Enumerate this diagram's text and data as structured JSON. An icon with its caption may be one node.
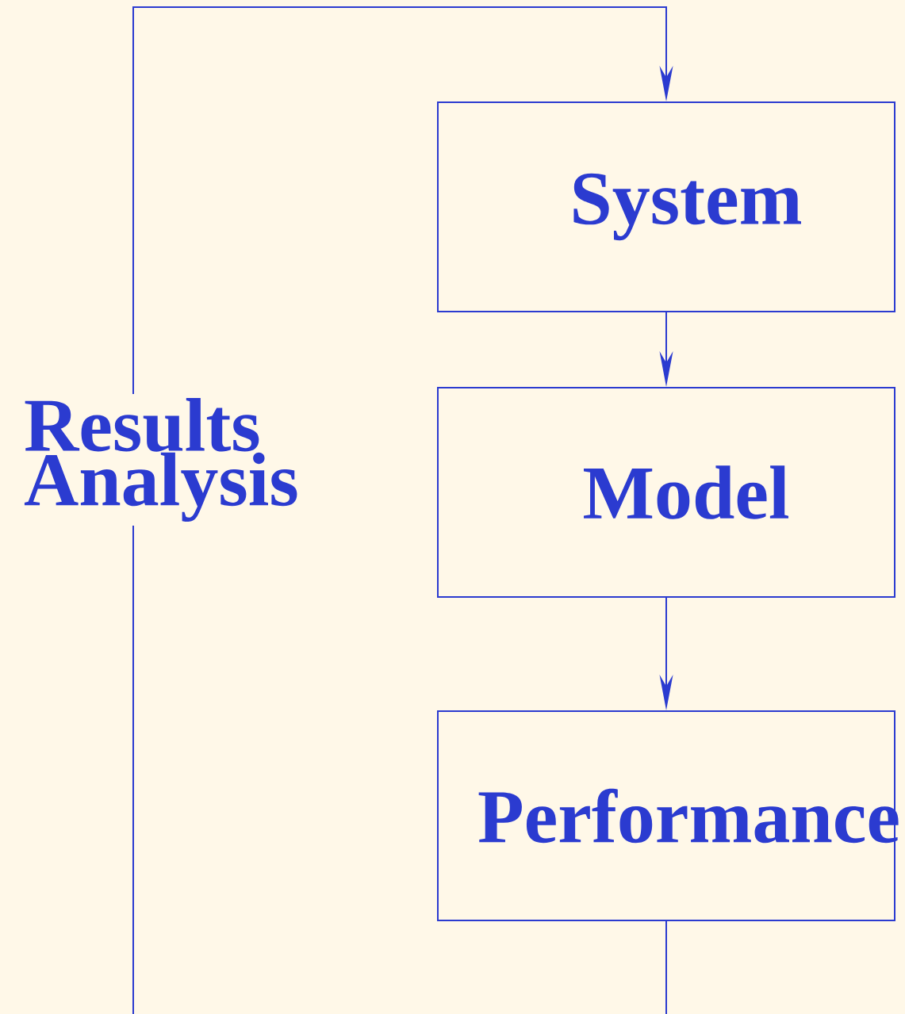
{
  "diagram": {
    "nodes": [
      {
        "text": [
          "System"
        ]
      },
      {
        "text": [
          "Model"
        ]
      },
      {
        "text": [
          "Performance"
        ]
      },
      {
        "text": [
          "Results Analysis"
        ]
      }
    ],
    "edges": [
      {
        "from": 0,
        "to": 1,
        "arrow": "to"
      },
      {
        "from": 1,
        "to": 2,
        "arrow": "to"
      },
      {
        "from": 2,
        "to": 3,
        "arrow": "none"
      },
      {
        "from": 3,
        "to": 0,
        "arrow": "to"
      }
    ]
  }
}
